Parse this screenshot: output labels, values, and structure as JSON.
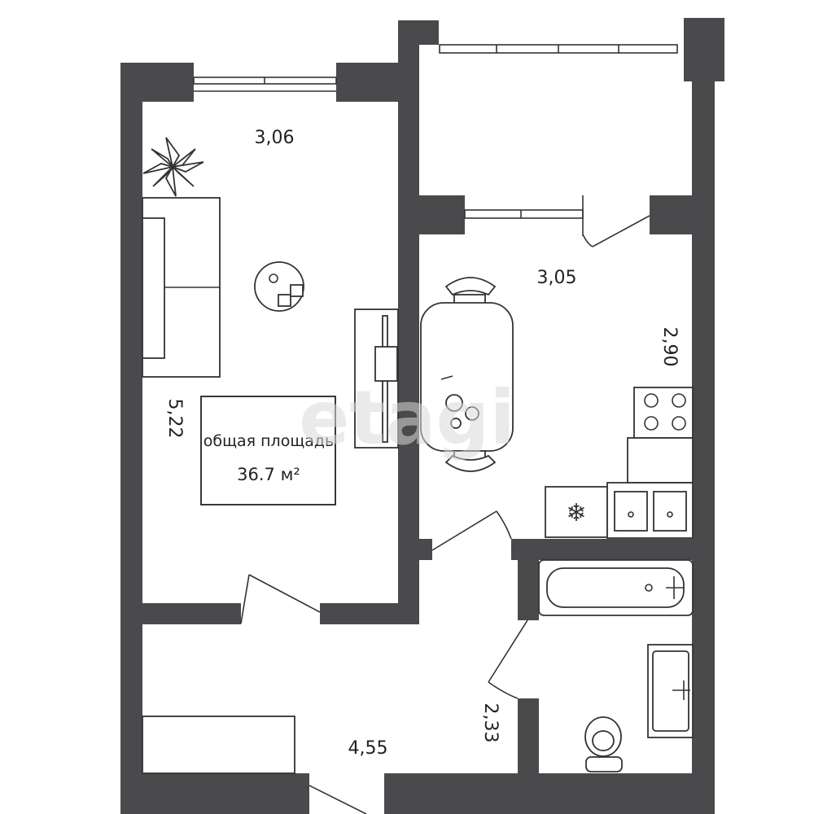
{
  "plan": {
    "room_dimensions": {
      "living_room_width": "3,06",
      "living_room_length": "5,22",
      "kitchen_width": "3,05",
      "kitchen_length": "2,90",
      "hallway_length": "4,55",
      "hallway_width": "2,33"
    },
    "total_area": {
      "label": "общая площадь",
      "value": "36.7 м²"
    },
    "watermark": "etagi",
    "wall_color": "#4a4a4c"
  }
}
